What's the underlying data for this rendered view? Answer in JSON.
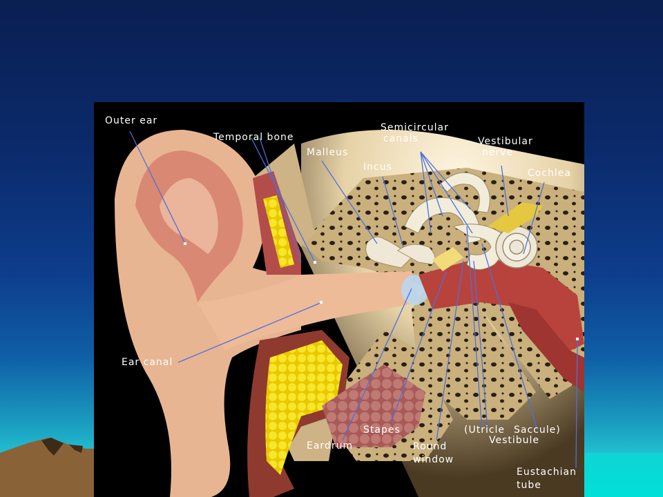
{
  "labels": {
    "outer_ear": "Outer ear",
    "temporal_bone": "Temporal bone",
    "malleus": "Malleus",
    "incus": "Incus",
    "semicircular_canals_1": "Semicircular",
    "semicircular_canals_2": "canals",
    "vestibular_nerve_1": "Vestibular",
    "vestibular_nerve_2": "nerve",
    "cochlea": "Cochlea",
    "ear_canal": "Ear canal",
    "eardrum": "Eardrum",
    "stapes": "Stapes",
    "round_window_1": "Round",
    "round_window_2": "window",
    "utricle": "(Utricle",
    "saccule": "Saccule)",
    "vestibule": "Vestibule",
    "eustachian_tube_1": "Eustachian",
    "eustachian_tube_2": "tube"
  },
  "colors": {
    "slide_top": "#0a1f52",
    "slide_bottom": "#24d6d8",
    "figure_background": "#000000",
    "skin": "#e8b593",
    "bone": "#d8c08c",
    "fat": "#f5e21a",
    "muscle": "#b8433c",
    "cartilage": "#e9e4d2",
    "leader_line": "#4d6fe0"
  }
}
